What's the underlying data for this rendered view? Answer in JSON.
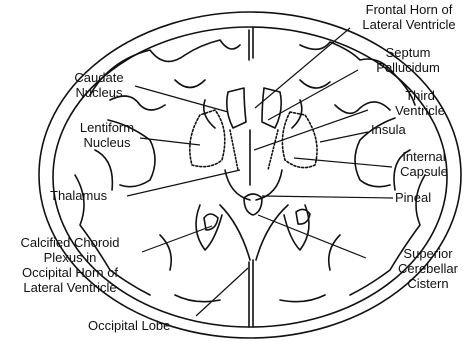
{
  "labels": {
    "frontal_horn": [
      "Frontal Horn of",
      "Lateral Ventricle"
    ],
    "septum": [
      "Septum",
      "Pellucidum"
    ],
    "third_ventricle": [
      "Third",
      "Ventricle"
    ],
    "insula": "Insula",
    "internal_capsule": [
      "Internal",
      "Capsule"
    ],
    "pineal": "Pineal",
    "superior_cistern": [
      "Superior",
      "Cerebellar",
      "Cistern"
    ],
    "caudate": [
      "Caudate",
      "Nucleus"
    ],
    "lentiform": [
      "Lentiform",
      "Nucleus"
    ],
    "thalamus": "Thalamus",
    "choroid": [
      "Calcified Choroid",
      "Plexus in",
      "Occipital Horn of",
      "Lateral Ventricle"
    ],
    "occipital": "Occipital Lobe"
  }
}
